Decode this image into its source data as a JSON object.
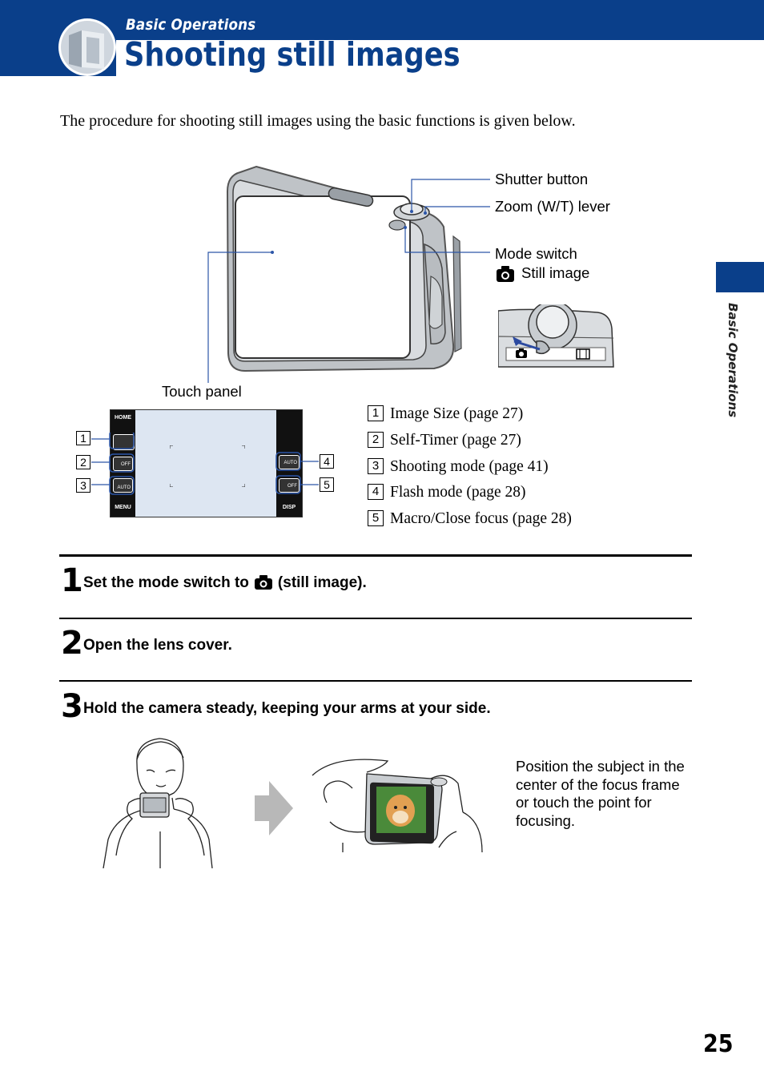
{
  "header": {
    "section": "Basic Operations",
    "title": "Shooting still images"
  },
  "side_tab": {
    "label": "Basic Operations"
  },
  "intro": "The procedure for shooting still images using the basic functions is given below.",
  "diagram": {
    "callouts": {
      "shutter": "Shutter button",
      "zoom": "Zoom (W/T) lever",
      "mode_switch": "Mode switch",
      "still_image": "Still image",
      "touch_panel": "Touch panel"
    },
    "screen_buttons": {
      "home": "HOME",
      "menu": "MENU",
      "disp": "DISP",
      "flash": "AUTO",
      "macro": "OFF",
      "timer": "OFF",
      "mode": "AUTO"
    },
    "markers": [
      "1",
      "2",
      "3",
      "4",
      "5"
    ],
    "legend": [
      {
        "num": "1",
        "text": "Image Size (page 27)"
      },
      {
        "num": "2",
        "text": "Self-Timer (page 27)"
      },
      {
        "num": "3",
        "text": "Shooting mode (page 41)"
      },
      {
        "num": "4",
        "text": "Flash mode (page 28)"
      },
      {
        "num": "5",
        "text": "Macro/Close focus (page 28)"
      }
    ]
  },
  "steps": [
    {
      "number": "1",
      "text_before": "Set the mode switch to",
      "text_after": "(still image)."
    },
    {
      "number": "2",
      "text": "Open the lens cover."
    },
    {
      "number": "3",
      "text": "Hold the camera steady, keeping your arms at your side."
    }
  ],
  "caption": "Position the subject in the center of the focus frame or touch the point for focusing.",
  "page_number": "25",
  "colors": {
    "brand_blue": "#0a3f8a",
    "screen_blue": "#dde6f2",
    "arrow_gray": "#b8b8b8"
  }
}
